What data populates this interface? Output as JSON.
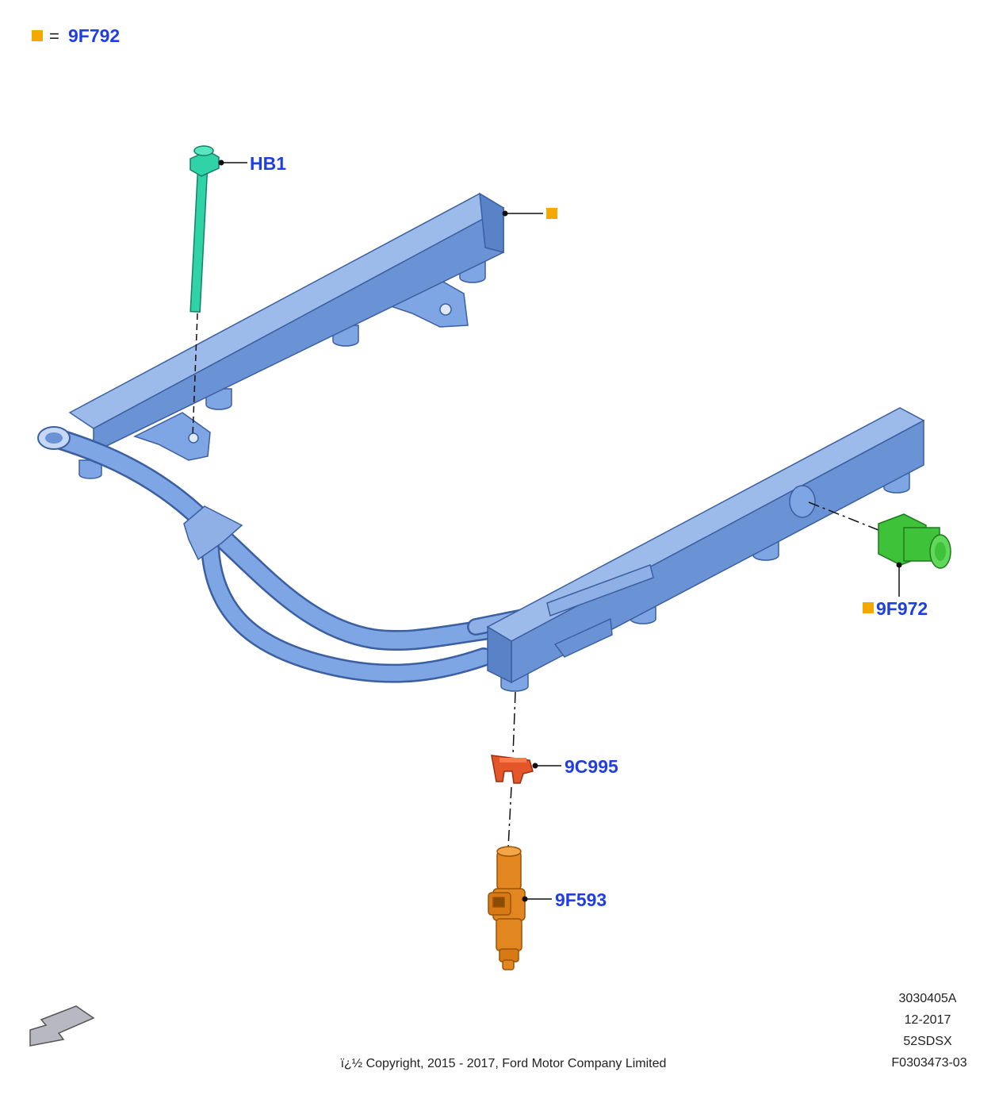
{
  "legend": {
    "equals": "=",
    "part_number": "9F792",
    "marker_color": "#f5a800"
  },
  "callouts": {
    "bolt": "HB1",
    "sensor": "9F972",
    "clip": "9C995",
    "injector": "9F593"
  },
  "colors": {
    "rail": "#6a93d6",
    "rail_dark": "#4c73b8",
    "rail_light": "#9dbbea",
    "bolt": "#2fd3a5",
    "sensor": "#3ec23a",
    "clip": "#e5552a",
    "injector": "#e2871f",
    "callout_text": "#1f3fe0"
  },
  "icons": {
    "orientation_arrow": "view-direction-arrow-icon",
    "marker": "orange-square-marker-icon"
  },
  "metadata": {
    "illustration_id": "3030405A",
    "date": "12-2017",
    "model_code": "52SDSX",
    "figure_number": "F0303473-03"
  },
  "copyright": "ï¿½ Copyright, 2015 - 2017, Ford Motor Company Limited"
}
